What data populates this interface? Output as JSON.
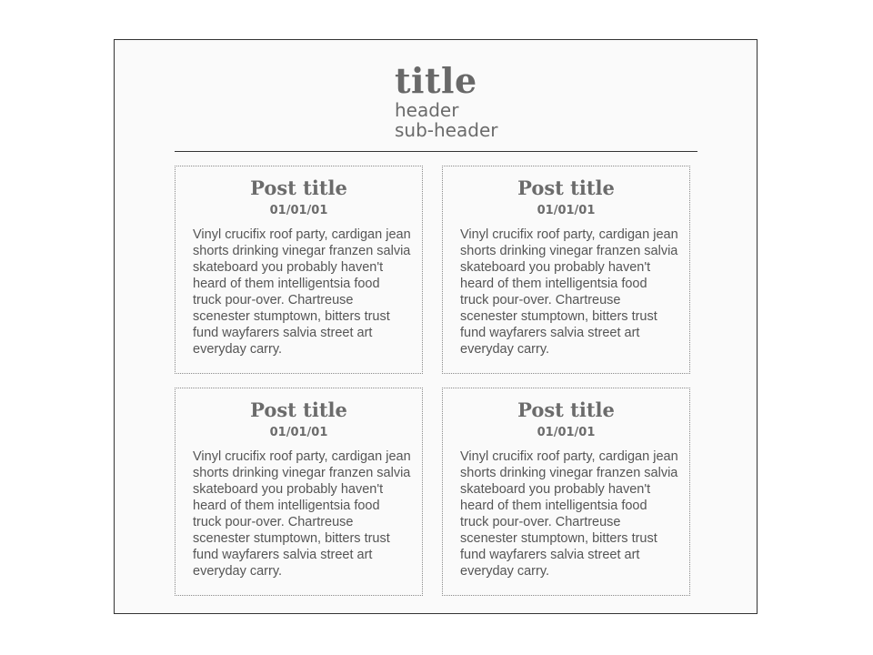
{
  "masthead": {
    "title": "title",
    "header": "header",
    "subheader": "sub-header"
  },
  "posts": [
    {
      "title": "Post title",
      "date": "01/01/01",
      "body": "Vinyl crucifix roof party, cardigan jean shorts drinking vinegar franzen salvia skateboard you probably haven't heard of them intelligentsia food truck pour-over. Chartreuse scenester stumptown, bitters trust fund wayfarers salvia street art everyday carry."
    },
    {
      "title": "Post title",
      "date": "01/01/01",
      "body": "Vinyl crucifix roof party, cardigan jean shorts drinking vinegar franzen salvia skateboard you probably haven't heard of them intelligentsia food truck pour-over. Chartreuse scenester stumptown, bitters trust fund wayfarers salvia street art everyday carry."
    },
    {
      "title": "Post title",
      "date": "01/01/01",
      "body": "Vinyl crucifix roof party, cardigan jean shorts drinking vinegar franzen salvia skateboard you probably haven't heard of them intelligentsia food truck pour-over. Chartreuse scenester stumptown, bitters trust fund wayfarers salvia street art everyday carry."
    },
    {
      "title": "Post title",
      "date": "01/01/01",
      "body": "Vinyl crucifix roof party, cardigan jean shorts drinking vinegar franzen salvia skateboard you probably haven't heard of them intelligentsia food truck pour-over. Chartreuse scenester stumptown, bitters trust fund wayfarers salvia street art everyday carry."
    }
  ]
}
